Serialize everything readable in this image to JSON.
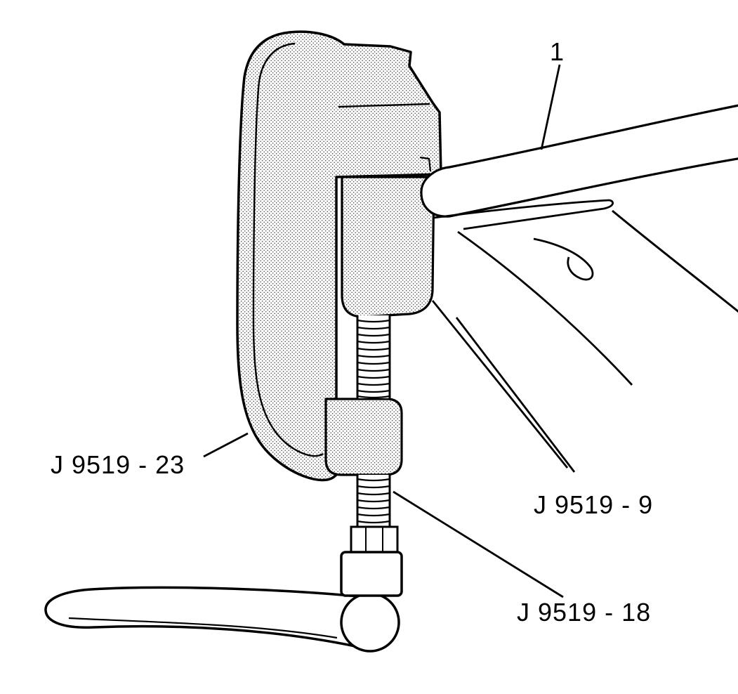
{
  "diagram": {
    "type": "technical-illustration",
    "subject": "Ball joint C-clamp press tool clamped on suspension arm, driven by ratchet wrench",
    "background_color": "#ffffff",
    "line_color": "#000000",
    "stipple_dot_color": "#3d3d3d",
    "callouts": [
      {
        "id": "1",
        "label": "1",
        "points_to": "suspension-arm"
      },
      {
        "id": "J9519-23",
        "label": "J 9519 - 23",
        "points_to": "c-clamp-frame"
      },
      {
        "id": "J9519-9",
        "label": "J 9519 - 9",
        "points_to": "receiver-adapter"
      },
      {
        "id": "J9519-18",
        "label": "J 9519 - 18",
        "points_to": "forcing-screw"
      }
    ]
  }
}
